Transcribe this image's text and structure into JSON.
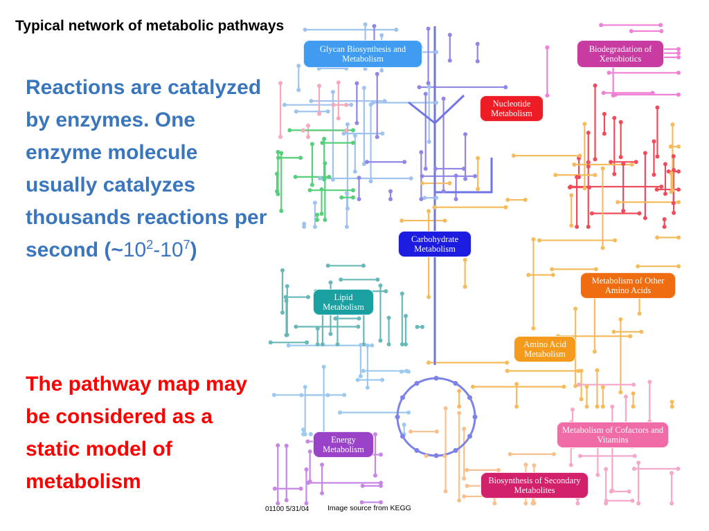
{
  "slide": {
    "title": "Typical network of metabolic pathways",
    "para1": {
      "text": "Reactions are catalyzed by enzymes. One enzyme molecule usually catalyzes thousands reactions per second (~",
      "base1": "10",
      "exp1": "2",
      "dash": "-",
      "base2": "10",
      "exp2": "7",
      "close": ")"
    },
    "para2": "The pathway map may be considered as a static model of metabolism"
  },
  "map": {
    "labels": {
      "glycan": "Glycan Biosynthesis and Metabolism",
      "xenobiotics": "Biodegradation of Xenobiotics",
      "nucleotide": "Nucleotide Metabolism",
      "carbohydrate": "Carbohydrate Metabolism",
      "lipid": "Lipid Metabolism",
      "other_amino": "Metabolism of Other Amino Acids",
      "amino_acid": "Amino Acid Metabolism",
      "energy": "Energy Metabolism",
      "cofactors": "Metabolism of Cofactors and Vitamins",
      "secondary": "Biosynthesis of Secondary Metabolites"
    },
    "footer_code": "01100   5/31/04",
    "footer_source": "Image source from KEGG"
  },
  "colors": {
    "para1": "#3a76bd",
    "para2": "#ff0000",
    "glycan": "#3f9cf0",
    "xenobiotics": "#c83ba0",
    "nucleotide": "#ee1c24",
    "carbohydrate": "#1c1ce0",
    "lipid": "#1aa0a0",
    "other_amino": "#ef6c10",
    "amino_acid": "#f49a1c",
    "energy": "#9a42c8",
    "cofactors": "#f06ca6",
    "secondary": "#d2206a"
  }
}
